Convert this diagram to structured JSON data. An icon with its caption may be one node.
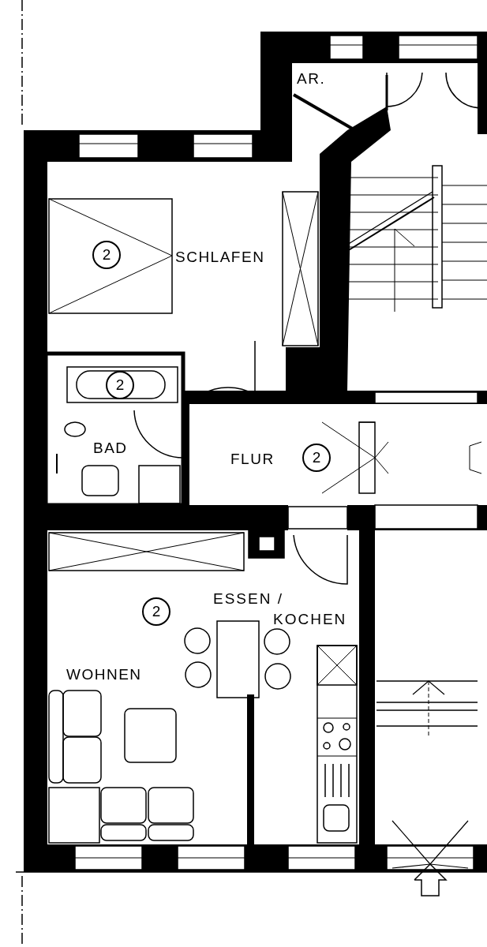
{
  "diagram": {
    "labels": [
      "AR.",
      "2",
      "SCHLAFEN",
      "2",
      "BAD",
      "FLUR",
      "2",
      "2",
      "ESSEN / KOCHEN",
      "WOHNEN"
    ]
  }
}
